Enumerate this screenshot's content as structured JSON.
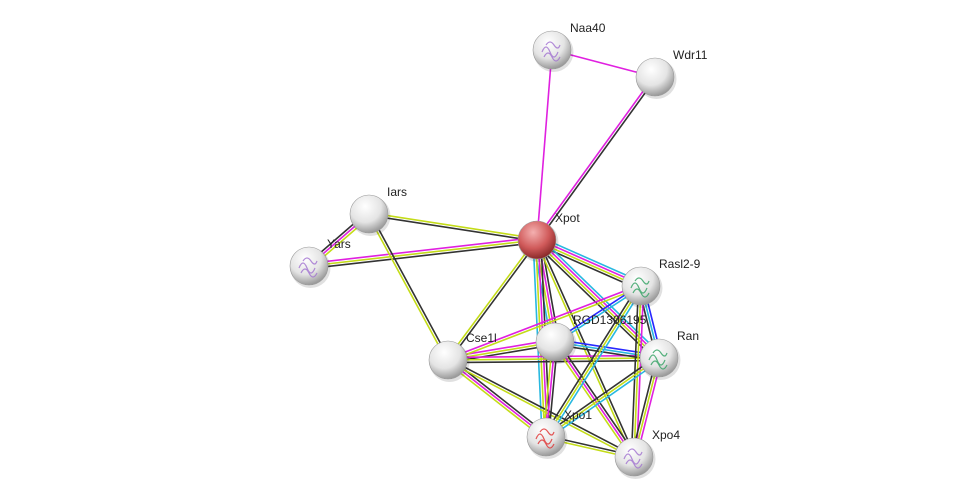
{
  "network": {
    "nodes": [
      {
        "id": "Xpot",
        "label": "Xpot",
        "color": "#d05050",
        "query": true
      },
      {
        "id": "Naa40",
        "label": "Naa40",
        "color": "#e8e8e8",
        "structure": "purple"
      },
      {
        "id": "Wdr11",
        "label": "Wdr11",
        "color": "#e8e8e8"
      },
      {
        "id": "Iars",
        "label": "Iars",
        "color": "#e8e8e8"
      },
      {
        "id": "Yars",
        "label": "Yars",
        "color": "#e8e8e8",
        "structure": "purple"
      },
      {
        "id": "Rasl2-9",
        "label": "Rasl2-9",
        "color": "#e8e8e8",
        "structure": "green"
      },
      {
        "id": "RGD1306195",
        "label": "RGD1306195",
        "color": "#e8e8e8"
      },
      {
        "id": "Cse1l",
        "label": "Cse1l",
        "color": "#e8e8e8"
      },
      {
        "id": "Ran",
        "label": "Ran",
        "color": "#e8e8e8",
        "structure": "green"
      },
      {
        "id": "Xpo1",
        "label": "Xpo1",
        "color": "#e8e8e8",
        "structure": "red"
      },
      {
        "id": "Xpo4",
        "label": "Xpo4",
        "color": "#e8e8e8",
        "structure": "purple"
      }
    ],
    "edge_colors": {
      "coexpression": "#333333",
      "textmining": "#c4dc18",
      "experiments": "#e020e0",
      "databases": "#28b8e0",
      "cooccurrence": "#2828ff"
    },
    "edges": [
      [
        "Xpot",
        "Naa40",
        [
          "experiments"
        ]
      ],
      [
        "Xpot",
        "Wdr11",
        [
          "experiments",
          "coexpression"
        ]
      ],
      [
        "Naa40",
        "Wdr11",
        [
          "experiments"
        ]
      ],
      [
        "Xpot",
        "Iars",
        [
          "coexpression",
          "textmining"
        ]
      ],
      [
        "Xpot",
        "Yars",
        [
          "coexpression",
          "textmining",
          "experiments"
        ]
      ],
      [
        "Iars",
        "Yars",
        [
          "textmining",
          "experiments",
          "coexpression"
        ]
      ],
      [
        "Iars",
        "Cse1l",
        [
          "coexpression",
          "textmining"
        ]
      ],
      [
        "Xpot",
        "Cse1l",
        [
          "coexpression",
          "textmining"
        ]
      ],
      [
        "Xpot",
        "RGD1306195",
        [
          "coexpression",
          "experiments",
          "textmining",
          "databases"
        ]
      ],
      [
        "Xpot",
        "Rasl2-9",
        [
          "databases",
          "experiments",
          "textmining",
          "coexpression"
        ]
      ],
      [
        "Xpot",
        "Ran",
        [
          "databases",
          "experiments",
          "textmining",
          "coexpression"
        ]
      ],
      [
        "Xpot",
        "Xpo1",
        [
          "coexpression",
          "experiments",
          "textmining",
          "databases"
        ]
      ],
      [
        "Xpot",
        "Xpo4",
        [
          "coexpression",
          "textmining"
        ]
      ],
      [
        "Cse1l",
        "RGD1306195",
        [
          "experiments",
          "textmining",
          "coexpression"
        ]
      ],
      [
        "Cse1l",
        "Rasl2-9",
        [
          "experiments",
          "textmining"
        ]
      ],
      [
        "Cse1l",
        "Ran",
        [
          "experiments",
          "textmining",
          "coexpression"
        ]
      ],
      [
        "Cse1l",
        "Xpo1",
        [
          "coexpression",
          "experiments",
          "textmining"
        ]
      ],
      [
        "Cse1l",
        "Xpo4",
        [
          "coexpression",
          "textmining"
        ]
      ],
      [
        "RGD1306195",
        "Rasl2-9",
        [
          "cooccurrence",
          "databases"
        ]
      ],
      [
        "RGD1306195",
        "Ran",
        [
          "cooccurrence",
          "databases",
          "coexpression"
        ]
      ],
      [
        "RGD1306195",
        "Xpo1",
        [
          "coexpression",
          "experiments",
          "textmining"
        ]
      ],
      [
        "RGD1306195",
        "Xpo4",
        [
          "coexpression",
          "experiments",
          "textmining"
        ]
      ],
      [
        "Rasl2-9",
        "Ran",
        [
          "cooccurrence",
          "databases",
          "coexpression"
        ]
      ],
      [
        "Rasl2-9",
        "Xpo1",
        [
          "databases",
          "textmining",
          "coexpression"
        ]
      ],
      [
        "Rasl2-9",
        "Xpo4",
        [
          "experiments",
          "textmining",
          "coexpression"
        ]
      ],
      [
        "Ran",
        "Xpo1",
        [
          "databases",
          "textmining",
          "coexpression"
        ]
      ],
      [
        "Ran",
        "Xpo4",
        [
          "experiments",
          "textmining",
          "coexpression"
        ]
      ],
      [
        "Xpo1",
        "Xpo4",
        [
          "coexpression",
          "textmining"
        ]
      ]
    ]
  }
}
